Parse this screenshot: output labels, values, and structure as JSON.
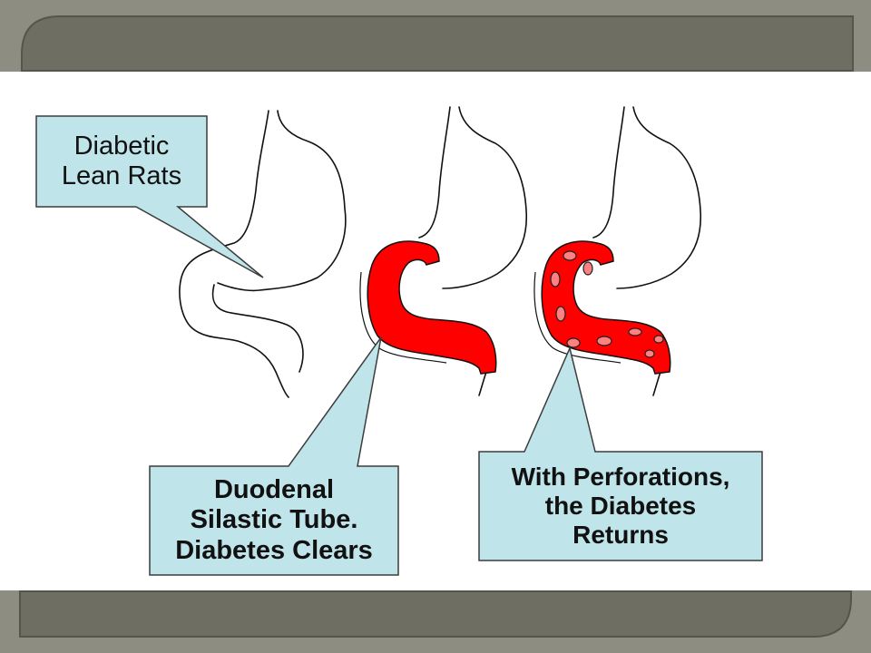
{
  "callouts": {
    "lean_rats": {
      "lines": [
        "Diabetic",
        "Lean Rats"
      ]
    },
    "silastic_tube": {
      "lines": [
        "Duodenal",
        "Silastic Tube.",
        "Diabetes Clears"
      ]
    },
    "perforations": {
      "lines": [
        "With Perforations,",
        "the Diabetes",
        "Returns"
      ]
    }
  },
  "colors": {
    "frame": "#6e6f62",
    "frame_edge": "#5a5b50",
    "slide_background": "#ffffff",
    "callout_fill": "#bfe4ea",
    "callout_border": "#3c3c3c",
    "tube": "#ff0000",
    "outline": "#111111"
  }
}
